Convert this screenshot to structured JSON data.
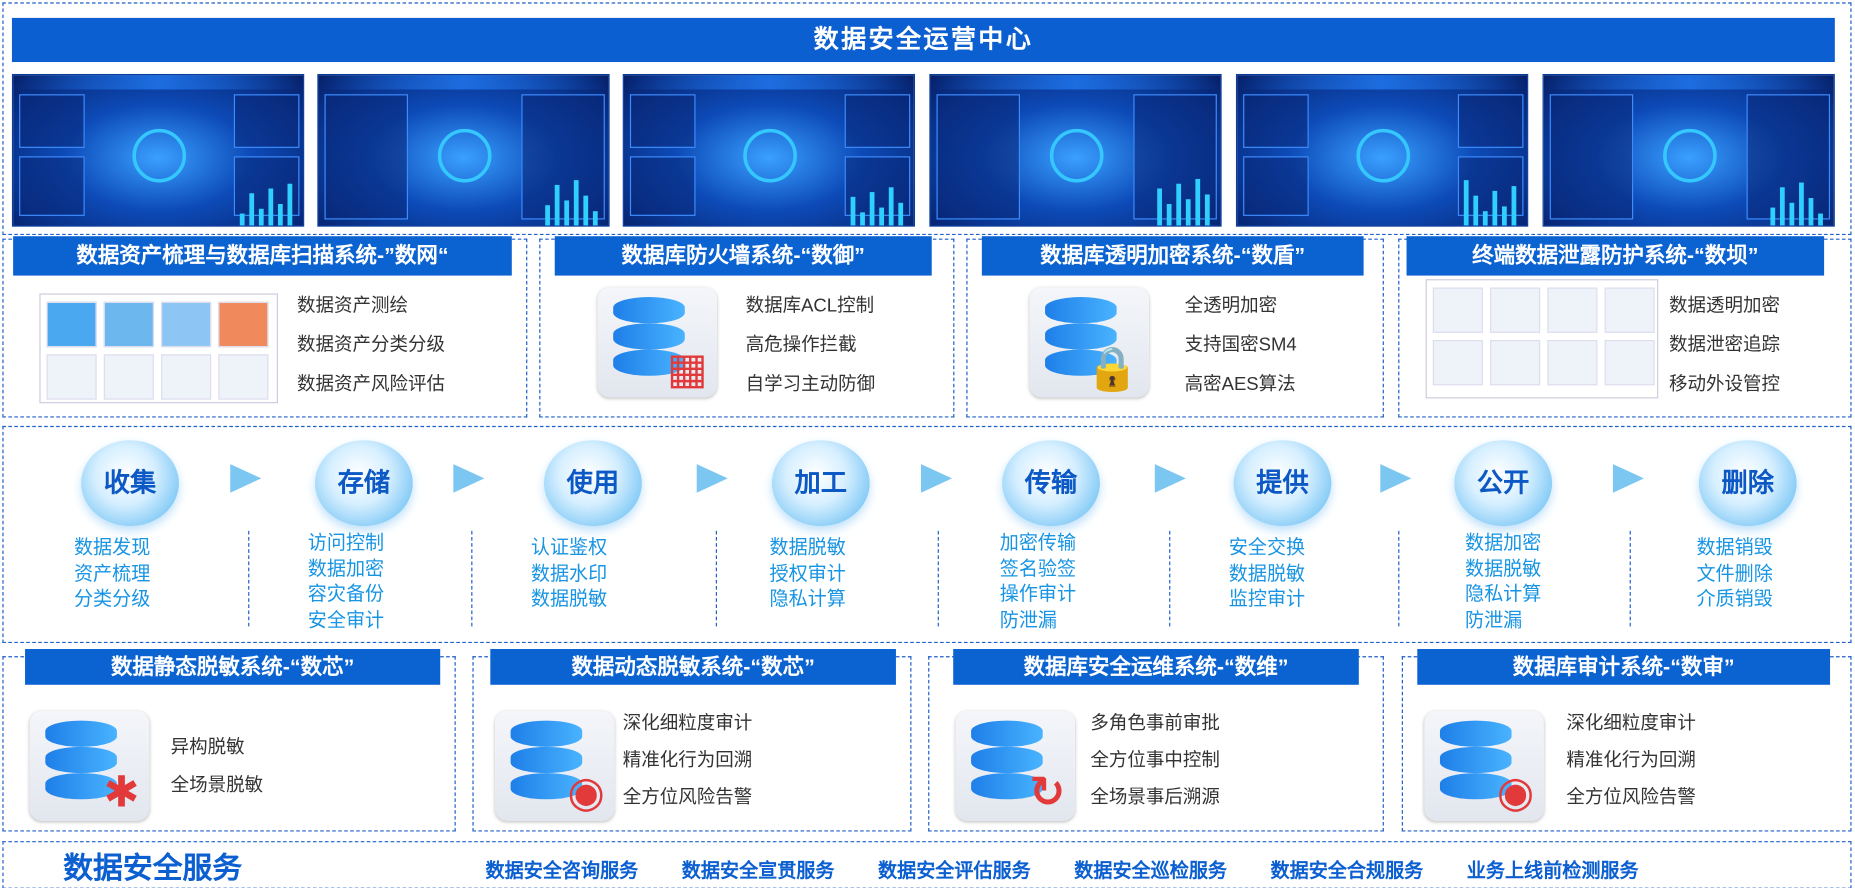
{
  "header": {
    "title": "数据安全运营中心"
  },
  "dashboards": [
    "dashboard-1",
    "dashboard-2",
    "dashboard-3",
    "dashboard-4",
    "dashboard-5",
    "dashboard-6"
  ],
  "systems_top": [
    {
      "title": "数据资产梳理与数据库扫描系统-”数网“",
      "features": [
        "数据资产测绘",
        "数据资产分类分级",
        "数据资产风险评估"
      ]
    },
    {
      "title": "数据库防火墙系统-“数御”",
      "features": [
        "数据库ACL控制",
        "高危操作拦截",
        "自学习主动防御"
      ]
    },
    {
      "title": "数据库透明加密系统-“数盾”",
      "features": [
        "全透明加密",
        "支持国密SM4",
        "高密AES算法"
      ]
    },
    {
      "title": "终端数据泄露防护系统-“数坝”",
      "features": [
        "数据透明加密",
        "数据泄密追踪",
        "移动外设管控"
      ]
    }
  ],
  "lifecycle": [
    {
      "stage": "收集",
      "items": [
        "数据发现",
        "资产梳理",
        "分类分级"
      ]
    },
    {
      "stage": "存储",
      "items": [
        "访问控制",
        "数据加密",
        "容灾备份",
        "安全审计"
      ]
    },
    {
      "stage": "使用",
      "items": [
        "认证鉴权",
        "数据水印",
        "数据脱敏"
      ]
    },
    {
      "stage": "加工",
      "items": [
        "数据脱敏",
        "授权审计",
        "隐私计算"
      ]
    },
    {
      "stage": "传输",
      "items": [
        "加密传输",
        "签名验签",
        "操作审计",
        "防泄漏"
      ]
    },
    {
      "stage": "提供",
      "items": [
        "安全交换",
        "数据脱敏",
        "监控审计"
      ]
    },
    {
      "stage": "公开",
      "items": [
        "数据加密",
        "数据脱敏",
        "隐私计算",
        "防泄漏"
      ]
    },
    {
      "stage": "删除",
      "items": [
        "数据销毁",
        "文件删除",
        "介质销毁"
      ]
    }
  ],
  "systems_bottom": [
    {
      "title": "数据静态脱敏系统-“数芯”",
      "features": [
        "异构脱敏",
        "全场景脱敏"
      ]
    },
    {
      "title": "数据动态脱敏系统-“数芯”",
      "features": [
        "深化细粒度审计",
        "精准化行为回溯",
        "全方位风险告警"
      ]
    },
    {
      "title": "数据库安全运维系统-“数维”",
      "features": [
        "多角色事前审批",
        "全方位事中控制",
        "全场景事后溯源"
      ]
    },
    {
      "title": "数据库审计系统-“数审”",
      "features": [
        "深化细粒度审计",
        "精准化行为回溯",
        "全方位风险告警"
      ]
    }
  ],
  "services": {
    "title": "数据安全服务",
    "items": [
      "数据安全咨询服务",
      "数据安全宣贯服务",
      "数据安全评估服务",
      "数据安全巡检服务",
      "数据安全合规服务",
      "业务上线前检测服务"
    ]
  },
  "colors": {
    "primary": "#0b63d1",
    "light": "#1794e3",
    "alert": "#e23a3a"
  }
}
